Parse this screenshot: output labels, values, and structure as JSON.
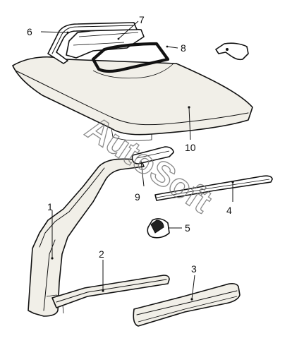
{
  "diagram": {
    "callouts": [
      {
        "id": "1",
        "label": "1"
      },
      {
        "id": "2",
        "label": "2"
      },
      {
        "id": "3",
        "label": "3"
      },
      {
        "id": "4",
        "label": "4"
      },
      {
        "id": "5",
        "label": "5"
      },
      {
        "id": "6",
        "label": "6"
      },
      {
        "id": "7",
        "label": "7"
      },
      {
        "id": "8",
        "label": "8"
      },
      {
        "id": "9",
        "label": "9"
      },
      {
        "id": "10",
        "label": "10"
      }
    ],
    "watermark": "AutoSoft"
  },
  "colors": {
    "line": "#111111",
    "background": "#ffffff",
    "part_tint": "#f1efe8",
    "watermark": "#777777"
  }
}
